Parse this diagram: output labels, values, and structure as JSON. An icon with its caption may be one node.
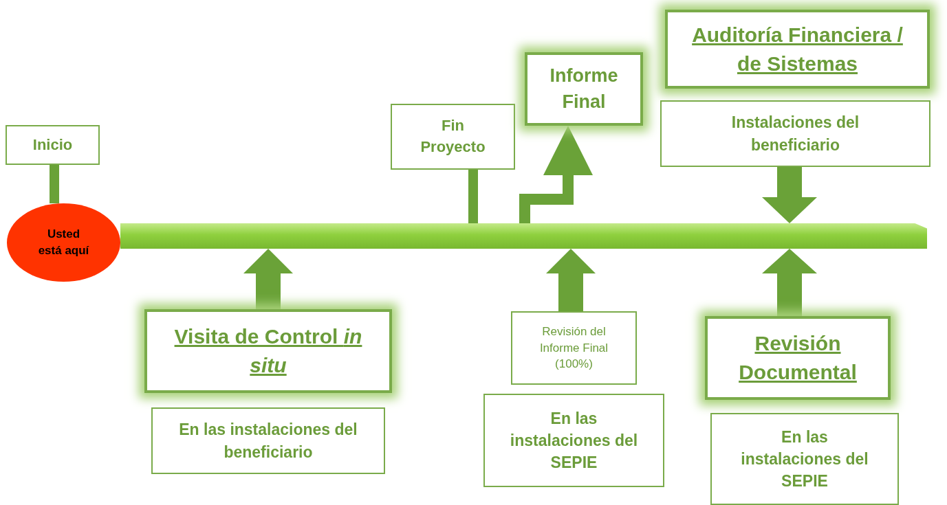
{
  "diagram": {
    "nodes": [
      {
        "text": [
          "Inicio"
        ]
      },
      {
        "text": [
          "Usted está aquí"
        ]
      },
      {
        "text": [],
        "shape": "bar"
      },
      {
        "text": [
          "Fin Proyecto"
        ]
      },
      {
        "text": [
          "Informe Final"
        ]
      },
      {
        "text": [
          "Auditoría Financiera / de Sistemas"
        ]
      },
      {
        "text": [
          "Instalaciones del beneficiario"
        ]
      },
      {
        "text": [
          "Visita de Control *in situ*"
        ]
      },
      {
        "text": [
          "En las instalaciones del beneficiario"
        ]
      },
      {
        "text": [
          "Revisión del Informe Final (100%)"
        ]
      },
      {
        "text": [
          "En las instalaciones del SEPIE"
        ]
      },
      {
        "text": [
          "Revisión Documental"
        ]
      },
      {
        "text": [
          "En las instalaciones del SEPIE"
        ]
      }
    ],
    "edges": [
      {
        "from": 0,
        "to": 1,
        "arrow": "none"
      },
      {
        "from": 3,
        "to": 2,
        "arrow": "none"
      },
      {
        "from": 2,
        "to": 4,
        "arrow": "to"
      },
      {
        "from": 6,
        "to": 2,
        "arrow": "to"
      },
      {
        "from": 7,
        "to": 2,
        "arrow": "to"
      },
      {
        "from": 9,
        "to": 2,
        "arrow": "to"
      },
      {
        "from": 11,
        "to": 2,
        "arrow": "to"
      }
    ]
  }
}
